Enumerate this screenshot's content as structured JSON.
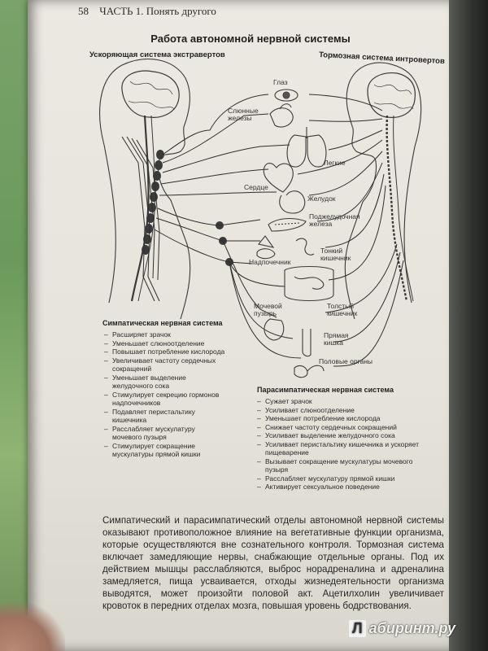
{
  "page": {
    "header_number": "58",
    "header_title": "ЧАСТЬ 1. Понять другого"
  },
  "figure": {
    "title": "Работа автономной нервной системы",
    "left_label": "Ускоряющая система экстравертов",
    "right_label": "Тормозная система интровертов",
    "organs": [
      "Глаз",
      "Слюнные железы",
      "Легкие",
      "Сердце",
      "Желудок",
      "Поджелудочная железа",
      "Тонкий кишечник",
      "Надпочечник",
      "Мочевой пузырь",
      "Толстый кишечник",
      "Прямая кишка",
      "Половые органы"
    ]
  },
  "sympathetic": {
    "title": "Симпатическая нервная система",
    "effects": [
      "Расширяет зрачок",
      "Уменьшает слюноотделение",
      "Повышает потребление кислорода",
      "Увеличивает частоту сердечных сокращений",
      "Уменьшает выделение желудочного сока",
      "Стимулирует секрецию гормонов надпочечников",
      "Подавляет перистальтику кишечника",
      "Расслабляет мускулатуру мочевого пузыря",
      "Стимулирует сокращение мускулатуры прямой кишки"
    ]
  },
  "parasympathetic": {
    "title": "Парасимпатическая нервная система",
    "effects": [
      "Сужает зрачок",
      "Усиливает слюноотделение",
      "Уменьшает потребление кислорода",
      "Снижает частоту сердечных сокращений",
      "Усиливает выделение желудочного сока",
      "Усиливает перистальтику кишечника и ускоряет пищеварение",
      "Вызывает сокращение мускулатуры мочевого пузыря",
      "Расслабляет мускулатуру прямой кишки",
      "Активирует сексуальное поведение"
    ]
  },
  "body_text": "Симпатический и парасимпатический отделы автономной нервной системы оказывают противоположное влияние на вегетативные функции организма, которые осуществляются вне сознательного контроля. Тормозная система включает замедляющие нервы, снабжающие отдельные органы. Под их действием мышцы расслабляются, выброс норадреналина и адреналина замедляется, пища усваивается, отходы жизнедеятельности организма выводятся, может произойти половой акт. Ацетилхолин увеличивает кровоток в передних отделах мозга, повышая уровень бодрствования.",
  "watermark": {
    "badge": "Л",
    "text": "абиринт.ру"
  }
}
